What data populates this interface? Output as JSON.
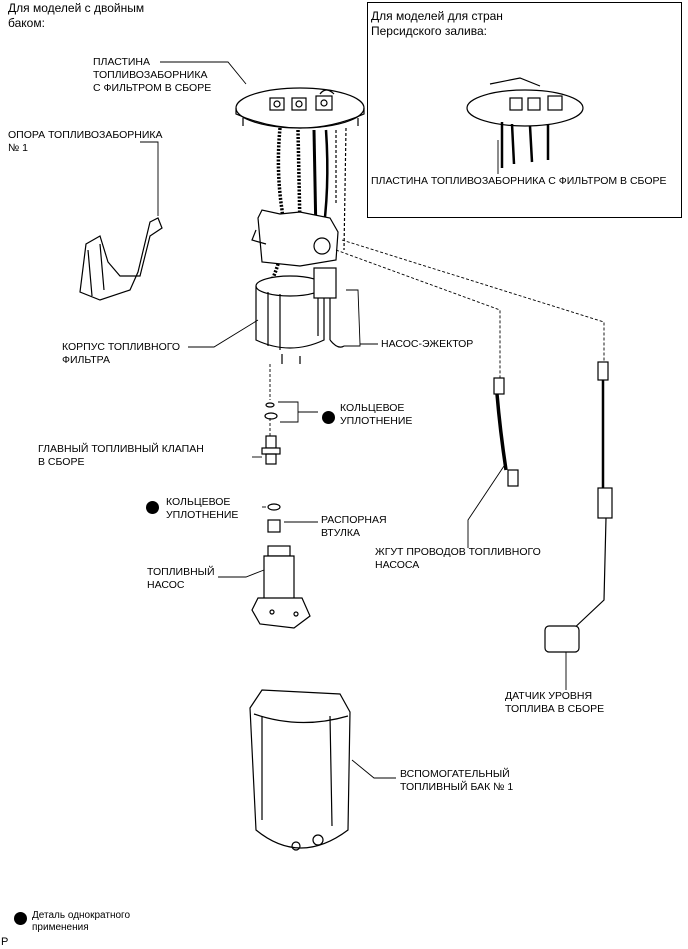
{
  "header": {
    "dual_tank": "Для моделей с двойным\nбаком:",
    "gulf": "Для моделей для стран\nПерсидского залива:"
  },
  "labels": {
    "plate_main": "ПЛАСТИНА\nТОПЛИВОЗАБОРНИКА\nС ФИЛЬТРОМ В СБОРЕ",
    "plate_gulf": "ПЛАСТИНА ТОПЛИВОЗАБОРНИКА С ФИЛЬТРОМ В СБОРЕ",
    "support": "ОПОРА ТОПЛИВОЗАБОРНИКА\n№ 1",
    "filter_case": "КОРПУС ТОПЛИВНОГО\nФИЛЬТРА",
    "jet_pump": "НАСОС-ЭЖЕКТОР",
    "oring_1": "КОЛЬЦЕВОЕ\nУПЛОТНЕНИЕ",
    "main_valve": "ГЛАВНЫЙ ТОПЛИВНЫЙ КЛАПАН\nВ СБОРЕ",
    "oring_2": "КОЛЬЦЕВОЕ\nУПЛОТНЕНИЕ",
    "spacer": "РАСПОРНАЯ\nВТУЛКА",
    "fuel_pump": "ТОПЛИВНЫЙ\nНАСОС",
    "harness": "ЖГУТ ПРОВОДОВ ТОПЛИВНОГО\nНАСОСА",
    "sender": "ДАТЧИК УРОВНЯ\nТОПЛИВА В СБОРЕ",
    "sub_tank": "ВСПОМОГАТЕЛЬНЫЙ\nТОПЛИВНЫЙ БАК № 1"
  },
  "legend": {
    "text": "Деталь однократного\nприменения"
  },
  "footer": {
    "code": "P"
  }
}
